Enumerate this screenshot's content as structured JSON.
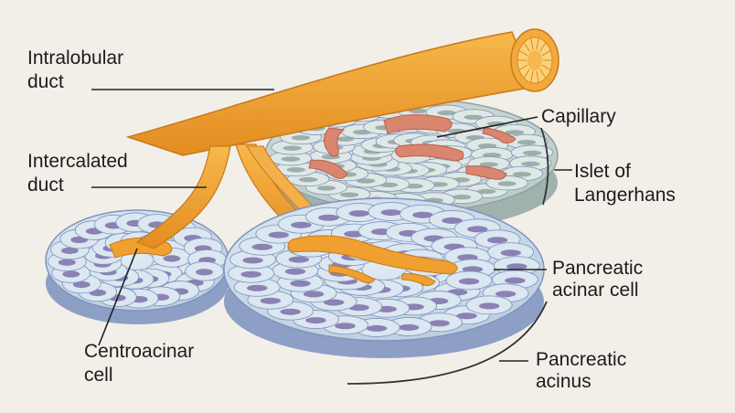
{
  "labels": {
    "intralobular_duct": [
      "Intralobular",
      "duct"
    ],
    "intercalated_duct": [
      "Intercalated",
      "duct"
    ],
    "capillary": "Capillary",
    "islet": [
      "Islet of",
      "Langerhans"
    ],
    "acinar_cell": [
      "Pancreatic",
      "acinar cell"
    ],
    "centroacinar_cell": [
      "Centroacinar",
      "cell"
    ],
    "acinus": [
      "Pancreatic",
      "acinus"
    ]
  },
  "colors": {
    "background": "#f2efe9",
    "duct": "#f0a030",
    "duct_shade": "#d9861c",
    "acinar_cell": "#c9dbe9",
    "nucleus": "#7d6fa8",
    "islet_cell": "#c3d3cf",
    "capillary": "#d9856f"
  }
}
